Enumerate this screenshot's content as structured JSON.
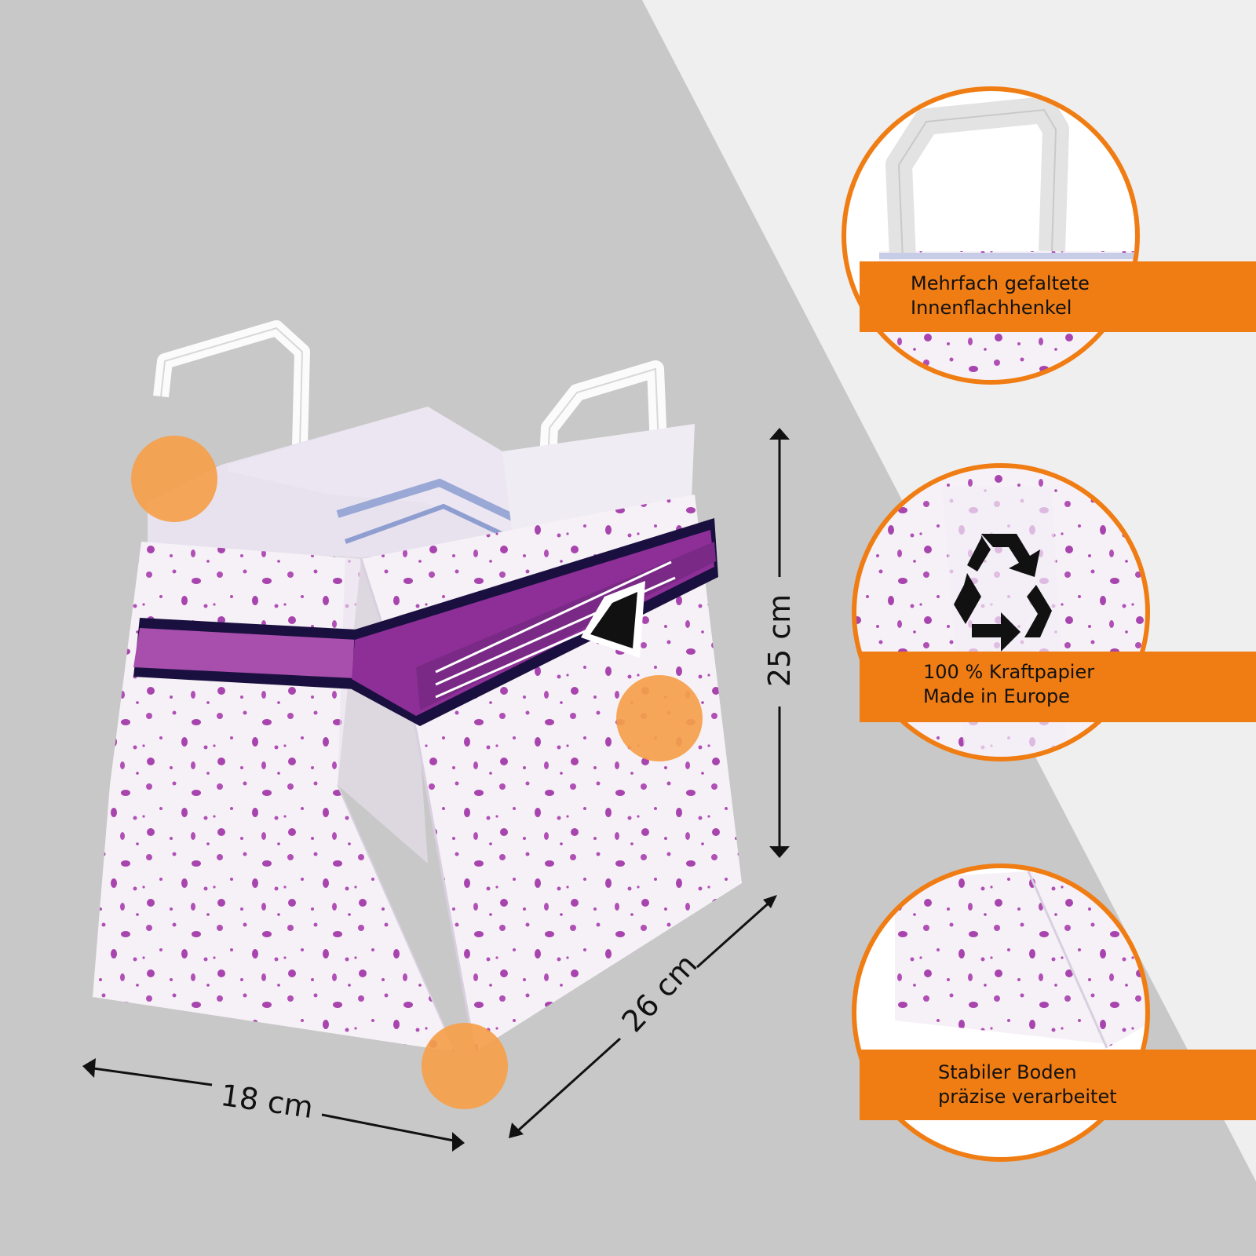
{
  "dimensions": {
    "height": "25 cm",
    "depth": "26 cm",
    "width": "18 cm"
  },
  "features": [
    {
      "line1": "Mehrfach gefaltete",
      "line2": "Innenflachhenkel",
      "icon": "handle-closeup"
    },
    {
      "line1": "100 % Kraftpapier",
      "line2": "Made in Europe",
      "icon": "recycle-icon"
    },
    {
      "line1": "Stabiler Boden",
      "line2": "präzise verarbeitet",
      "icon": "bottom-closeup"
    }
  ],
  "colors": {
    "accent": "#f07d14",
    "marker": "#f5a04a",
    "background_left": "#c8c8c8",
    "background_right": "#efefef",
    "print_purple": "#9a3aa8",
    "band_dark": "#1a1040"
  }
}
